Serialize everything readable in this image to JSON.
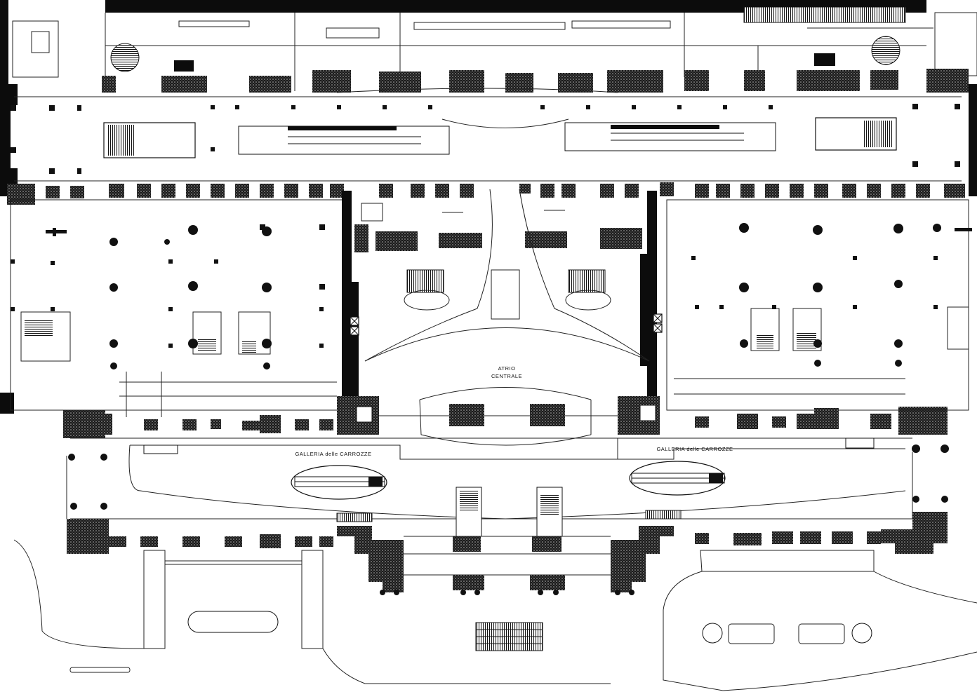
{
  "plan": {
    "labels": {
      "atrio_line1": "ATRIO",
      "atrio_line2": "CENTRALE",
      "galleria_left": "GALLERIA delle CARROZZE",
      "galleria_right": "GALLERIA delle CARROZZE"
    }
  }
}
